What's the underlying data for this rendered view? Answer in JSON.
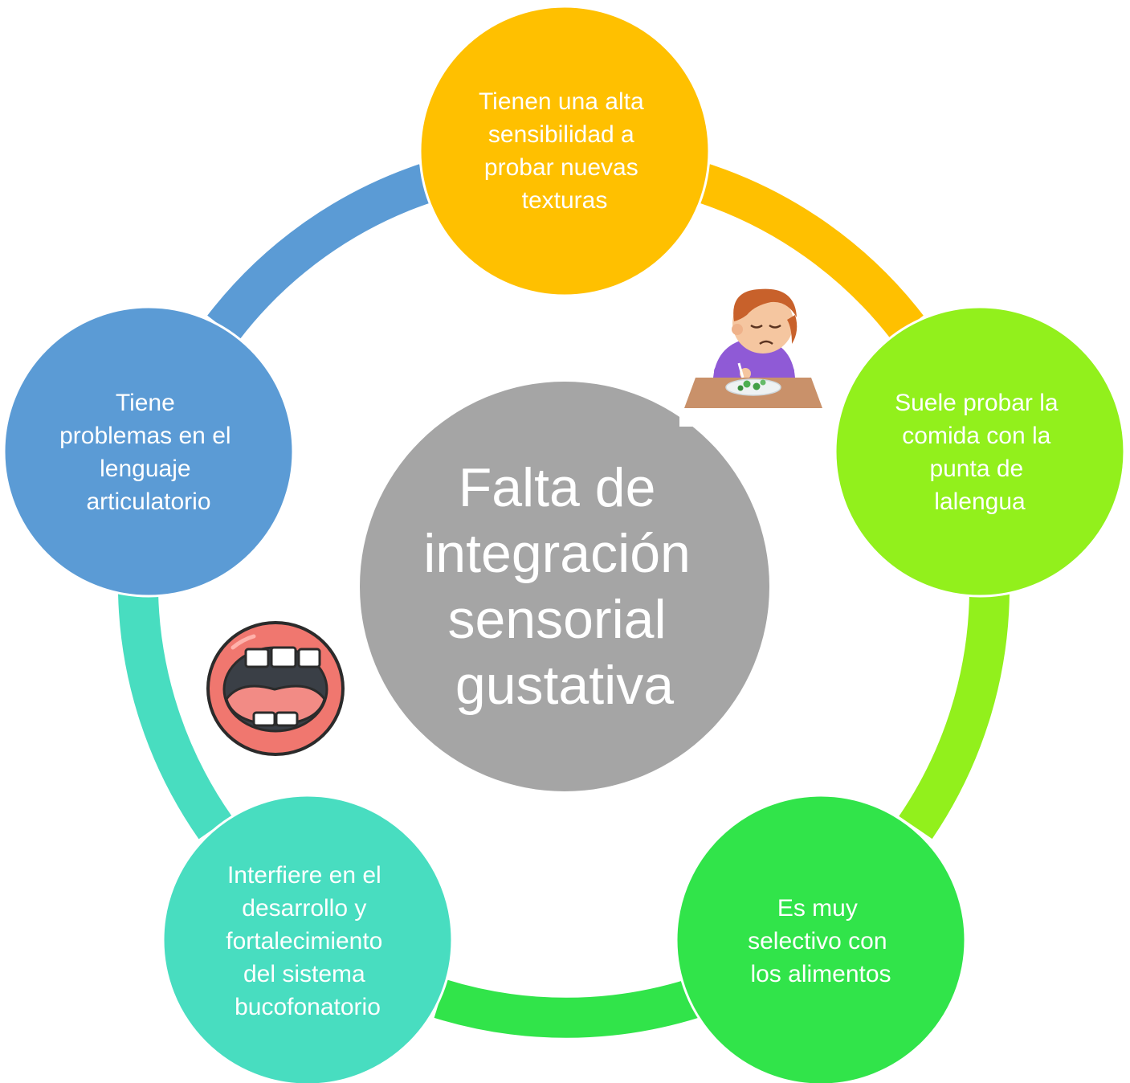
{
  "diagram": {
    "center": {
      "lines": [
        "Falta de",
        "integración",
        "sensorial",
        "gustativa"
      ],
      "color": "#a5a5a5"
    },
    "nodes": [
      {
        "lines": [
          "Tienen una alta",
          "sensibilidad a",
          "probar nuevas",
          "texturas"
        ],
        "color": "#ffc000"
      },
      {
        "lines": [
          "Suele probar la",
          "comida con la",
          "punta de",
          "lalengua"
        ],
        "color": "#92f01c"
      },
      {
        "lines": [
          "Es muy",
          "selectivo con",
          "los alimentos"
        ],
        "color": "#31e44a"
      },
      {
        "lines": [
          "Interfiere en el",
          "desarrollo y",
          "fortalecimiento",
          "del sistema",
          "bucofonatorio"
        ],
        "color": "#48ddc0"
      },
      {
        "lines": [
          "Tiene",
          "problemas en el",
          "lenguaje",
          "articulatorio"
        ],
        "color": "#5b9bd5"
      }
    ],
    "arcs": [
      {
        "color": "#ffc000"
      },
      {
        "color": "#92f01c"
      },
      {
        "color": "#31e44a"
      },
      {
        "color": "#48ddc0"
      },
      {
        "color": "#5b9bd5"
      }
    ],
    "illustrations": [
      {
        "icon": "sad-child-eating-icon"
      },
      {
        "icon": "open-mouth-icon"
      }
    ]
  }
}
